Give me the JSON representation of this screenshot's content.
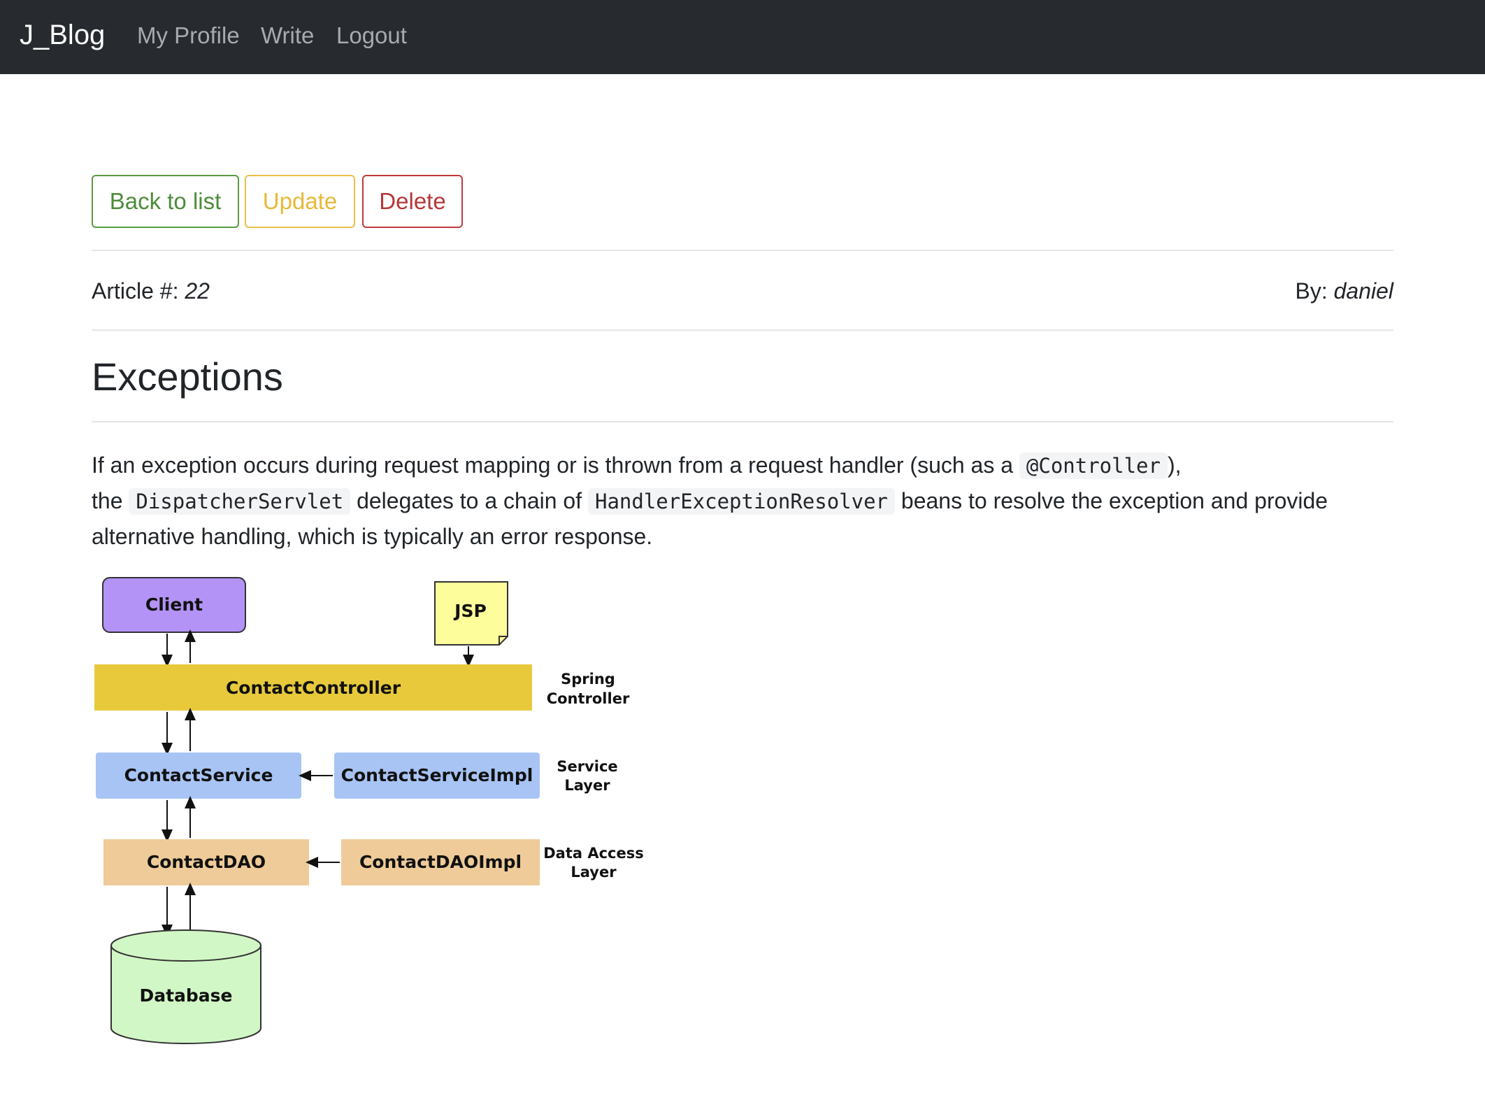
{
  "navbar": {
    "brand": "J_Blog",
    "links": [
      "My Profile",
      "Write",
      "Logout"
    ]
  },
  "actions": {
    "back_label": "Back to list",
    "update_label": "Update",
    "delete_label": "Delete"
  },
  "article": {
    "number_label": "Article #:",
    "number": "22",
    "author_label": "By:",
    "author": "daniel",
    "title": "Exceptions",
    "body": {
      "t1": "If an exception occurs during request mapping or is thrown from a request handler (such as a ",
      "c1": "@Controller",
      "t2": "),",
      "t3": "the ",
      "c2": "DispatcherServlet",
      "t4": " delegates to a chain of ",
      "c3": "HandlerExceptionResolver",
      "t5": " beans to resolve the exception and provide",
      "t6": "alternative handling, which is typically an error response."
    }
  },
  "diagram": {
    "client": "Client",
    "jsp": "JSP",
    "controller": "ContactController",
    "service": "ContactService",
    "service_impl": "ContactServiceImpl",
    "dao": "ContactDAO",
    "dao_impl": "ContactDAOImpl",
    "database": "Database",
    "layer_spring_1": "Spring",
    "layer_spring_2": "Controller",
    "layer_service_1": "Service",
    "layer_service_2": "Layer",
    "layer_data_1": "Data Access",
    "layer_data_2": "Layer",
    "colors": {
      "client": "#b393f5",
      "jsp": "#fdfd9c",
      "controller": "#e8c93c",
      "service": "#a7c4f5",
      "dao": "#eecb98",
      "database": "#d2f7c6"
    }
  }
}
